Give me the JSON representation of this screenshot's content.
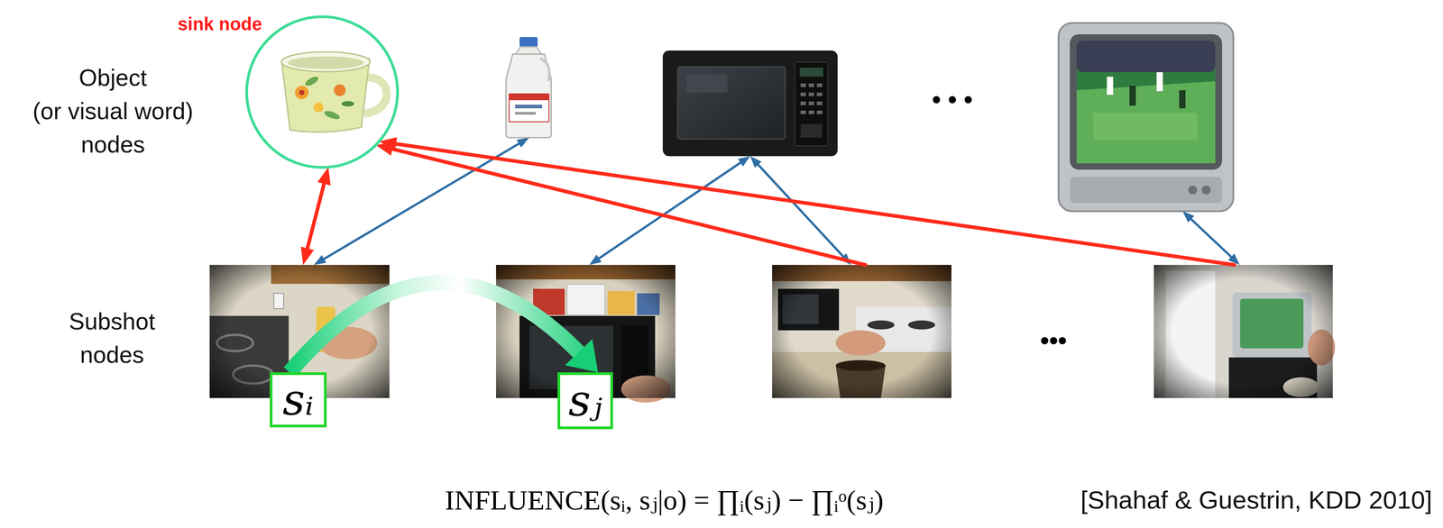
{
  "diagram": {
    "nodes": [
      {
        "text": [
          "sink node"
        ]
      },
      {
        "text": []
      },
      {
        "text": []
      },
      {
        "text": []
      },
      {
        "text": []
      },
      {
        "text": [
          "sᵢ"
        ],
        "in": 4
      },
      {
        "text": []
      },
      {
        "text": [
          "sⱼ"
        ],
        "in": 6
      },
      {
        "text": []
      },
      {
        "text": []
      }
    ],
    "edges": [
      {
        "from": 4,
        "to": 0,
        "arrow": "both"
      },
      {
        "from": 4,
        "to": 1,
        "arrow": "both"
      },
      {
        "from": 6,
        "to": 2,
        "arrow": "both"
      },
      {
        "from": 8,
        "to": 2,
        "arrow": "both"
      },
      {
        "from": 8,
        "to": 0,
        "arrow": "to"
      },
      {
        "from": 9,
        "to": 3,
        "arrow": "both"
      },
      {
        "from": 9,
        "to": 0,
        "arrow": "to"
      },
      {
        "from": 5,
        "to": 7,
        "arrow": "to"
      }
    ],
    "labels": [
      "Object (or visual word) nodes",
      "• • •",
      "Subshot nodes",
      "•••",
      "INFLUENCE(sᵢ, sⱼ|o) = ∏ᵢ(sⱼ) − ∏ᵢᵒ(sⱼ)",
      "[Shahaf & Guestrin, KDD 2010]"
    ]
  }
}
